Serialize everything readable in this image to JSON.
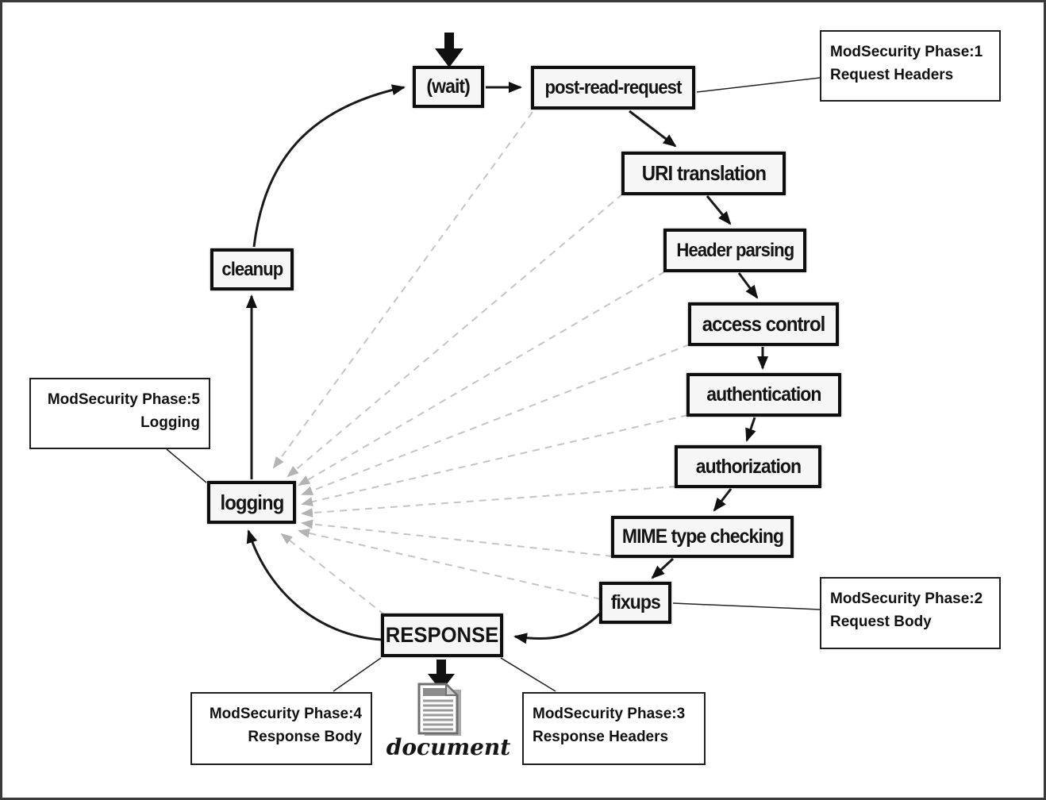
{
  "nodes": {
    "wait": {
      "label": "(wait)"
    },
    "post_read_request": {
      "label": "post-read-request"
    },
    "uri_translation": {
      "label": "URI translation"
    },
    "header_parsing": {
      "label": "Header parsing"
    },
    "access_control": {
      "label": "access control"
    },
    "authentication": {
      "label": "authentication"
    },
    "authorization": {
      "label": "authorization"
    },
    "mime_type_checking": {
      "label": "MIME type checking"
    },
    "fixups": {
      "label": "fixups"
    },
    "response": {
      "label": "RESPONSE"
    },
    "logging": {
      "label": "logging"
    },
    "cleanup": {
      "label": "cleanup"
    }
  },
  "annotations": {
    "phase1": {
      "line1": "ModSecurity Phase:1",
      "line2": "Request Headers"
    },
    "phase2": {
      "line1": "ModSecurity Phase:2",
      "line2": "Request Body"
    },
    "phase3": {
      "line1": "ModSecurity Phase:3",
      "line2": "Response Headers"
    },
    "phase4": {
      "line1": "ModSecurity Phase:4",
      "line2": "Response Body"
    },
    "phase5": {
      "line1": "ModSecurity Phase:5",
      "line2": "Logging"
    }
  },
  "document": {
    "label": "document"
  },
  "flow": {
    "main_cycle": [
      "(wait)",
      "post-read-request",
      "URI translation",
      "Header parsing",
      "access control",
      "authentication",
      "authorization",
      "MIME type checking",
      "fixups",
      "RESPONSE",
      "logging",
      "cleanup",
      "(wait)"
    ],
    "dashed_to_logging_from": [
      "post-read-request",
      "URI translation",
      "Header parsing",
      "access control",
      "authentication",
      "authorization",
      "MIME type checking",
      "fixups",
      "RESPONSE"
    ],
    "callouts": [
      {
        "from": "post-read-request",
        "to": "phase1"
      },
      {
        "from": "fixups",
        "to": "phase2"
      },
      {
        "from": "RESPONSE",
        "to": "phase3"
      },
      {
        "from": "RESPONSE",
        "to": "phase4"
      },
      {
        "from": "logging",
        "to": "phase5"
      }
    ]
  },
  "colors": {
    "node_border": "#0e0e0e",
    "node_fill": "#f6f6f6",
    "solid_line": "#1a1a1a",
    "dashed_line": "#c4c4c4",
    "annotation_border": "#1f1f1f",
    "frame_border": "#3a3a3a"
  }
}
